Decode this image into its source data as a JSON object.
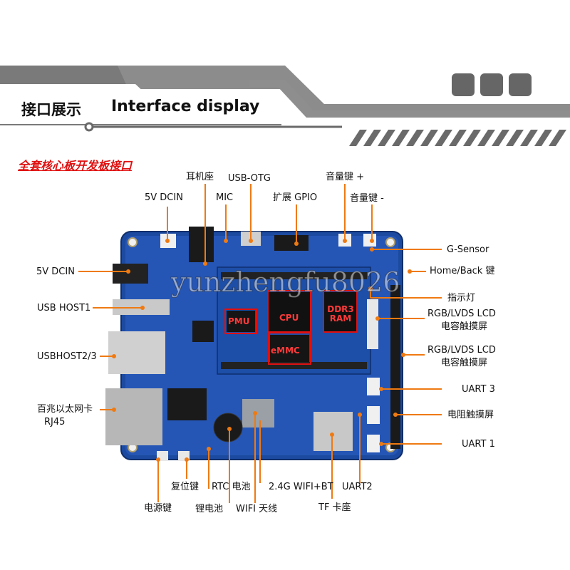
{
  "header": {
    "title_cn": "接口展示",
    "title_en": "Interface display",
    "subtitle": "全套核心板开发板接口"
  },
  "watermark": "yunzhengfu8026",
  "chips": {
    "pmu": "PMU",
    "cpu": "CPU",
    "ddr": "DDR3 RAM",
    "emmc": "eMMC"
  },
  "labels": {
    "dcin_top": "5V DCIN",
    "earphone": "耳机座",
    "mic": "MIC",
    "usb_otg": "USB-OTG",
    "gpio": "扩展 GPIO",
    "vol_up": "音量键 +",
    "vol_down": "音量键 -",
    "g_sensor": "G-Sensor",
    "home_back": "Home/Back 键",
    "indicator": "指示灯",
    "lcd1_line1": "RGB/LVDS LCD",
    "lcd1_line2": "电容触摸屏",
    "lcd2_line1": "RGB/LVDS LCD",
    "lcd2_line2": "电容触摸屏",
    "uart3": "UART 3",
    "resist_touch": "电阻触摸屏",
    "uart1": "UART 1",
    "dcin_left": "5V DCIN",
    "usb_host1": "USB HOST1",
    "usb_host23": "USBHOST2/3",
    "ethernet_line1": "百兆以太网卡",
    "ethernet_line2": "RJ45",
    "reset": "复位键",
    "rtc": "RTC 电池",
    "wifi_bt": "2.4G WIFI+BT",
    "uart2": "UART2",
    "power": "电源键",
    "li_battery": "锂电池",
    "wifi_antenna": "WIFI 天线",
    "tf_slot": "TF 卡座"
  },
  "colors": {
    "banner": "#7c7c7c",
    "banner_dark": "#4a4a4a",
    "board": "#1f4fa8",
    "leader": "#ef7a12",
    "accent": "#e01010"
  }
}
